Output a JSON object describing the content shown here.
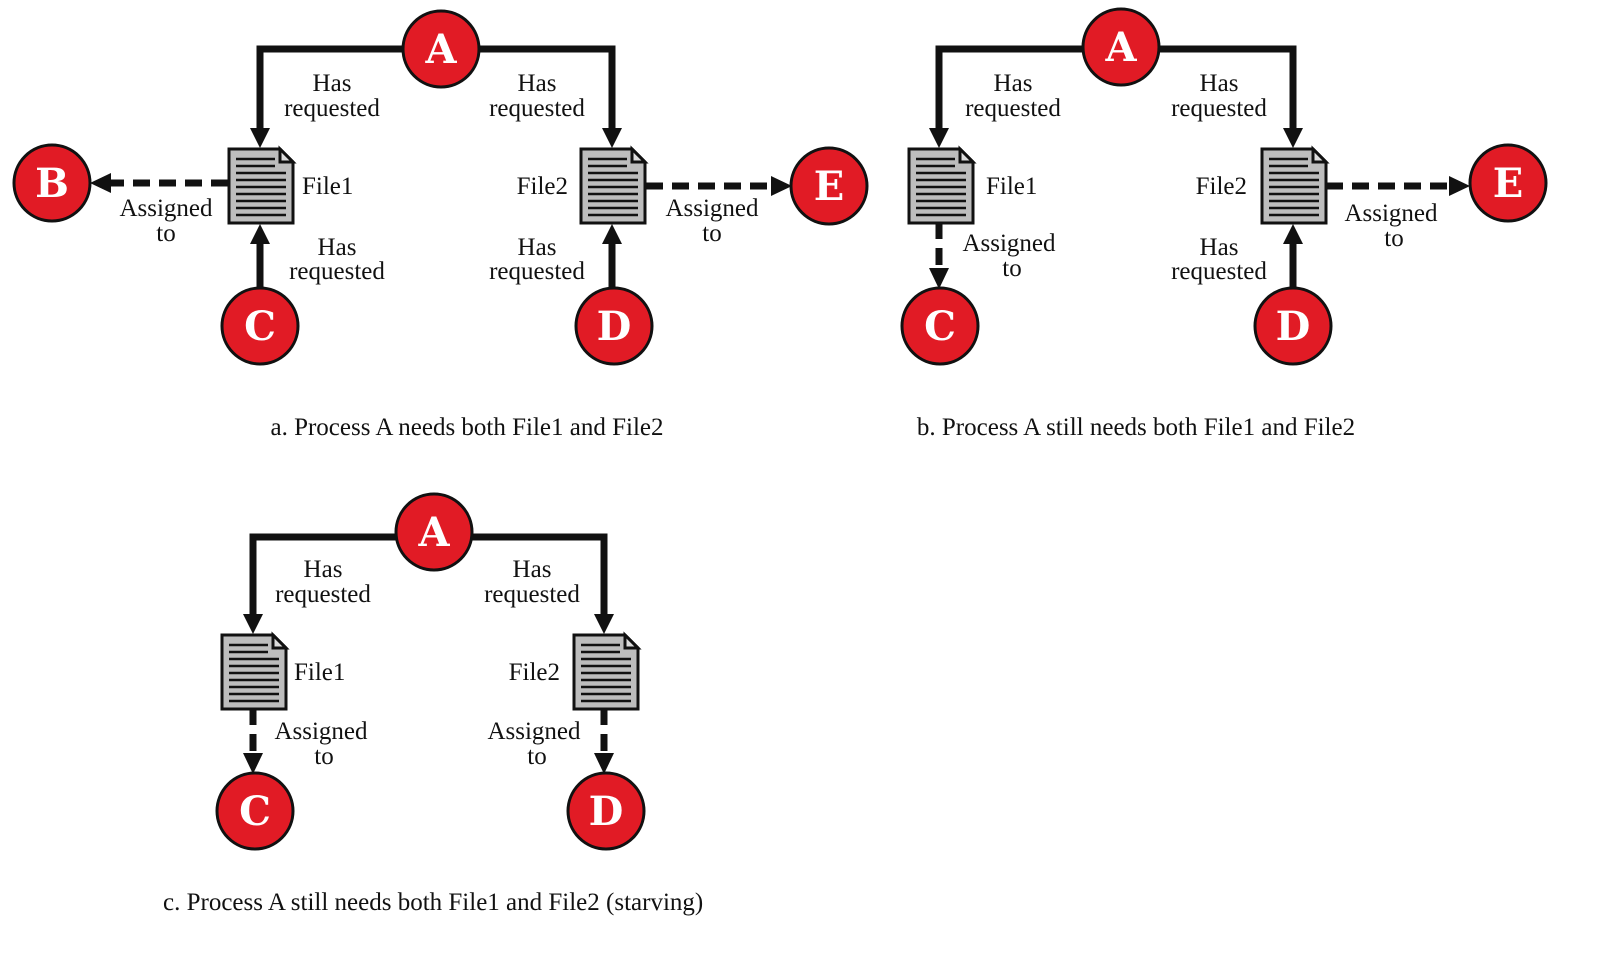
{
  "colors": {
    "process_fill": "#e11b25",
    "file_fill": "#bdbdbd",
    "edge": "#111111"
  },
  "icons": {
    "file": "document-icon",
    "process": "circle-node"
  },
  "diagrams": [
    {
      "caption": "a. Process A needs both File1 and File2",
      "nodes": {
        "A": "A",
        "B": "B",
        "C": "C",
        "D": "D",
        "E": "E"
      },
      "files": {
        "f1": "File1",
        "f2": "File2"
      },
      "edges": {
        "a_f1": [
          "Has",
          "requested"
        ],
        "a_f2": [
          "Has",
          "requested"
        ],
        "f1_b": [
          "Assigned",
          "to"
        ],
        "f2_e": [
          "Assigned",
          "to"
        ],
        "c_f1": [
          "Has",
          "requested"
        ],
        "d_f2": [
          "Has",
          "requested"
        ]
      }
    },
    {
      "caption": "b. Process A still needs both File1 and File2",
      "nodes": {
        "A": "A",
        "C": "C",
        "D": "D",
        "E": "E"
      },
      "files": {
        "f1": "File1",
        "f2": "File2"
      },
      "edges": {
        "a_f1": [
          "Has",
          "requested"
        ],
        "a_f2": [
          "Has",
          "requested"
        ],
        "f1_c": [
          "Assigned",
          "to"
        ],
        "f2_e": [
          "Assigned",
          "to"
        ],
        "d_f2": [
          "Has",
          "requested"
        ]
      }
    },
    {
      "caption": "c. Process A still needs both File1 and File2 (starving)",
      "nodes": {
        "A": "A",
        "C": "C",
        "D": "D"
      },
      "files": {
        "f1": "File1",
        "f2": "File2"
      },
      "edges": {
        "a_f1": [
          "Has",
          "requested"
        ],
        "a_f2": [
          "Has",
          "requested"
        ],
        "f1_c": [
          "Assigned",
          "to"
        ],
        "f2_d": [
          "Assigned",
          "to"
        ]
      }
    }
  ]
}
